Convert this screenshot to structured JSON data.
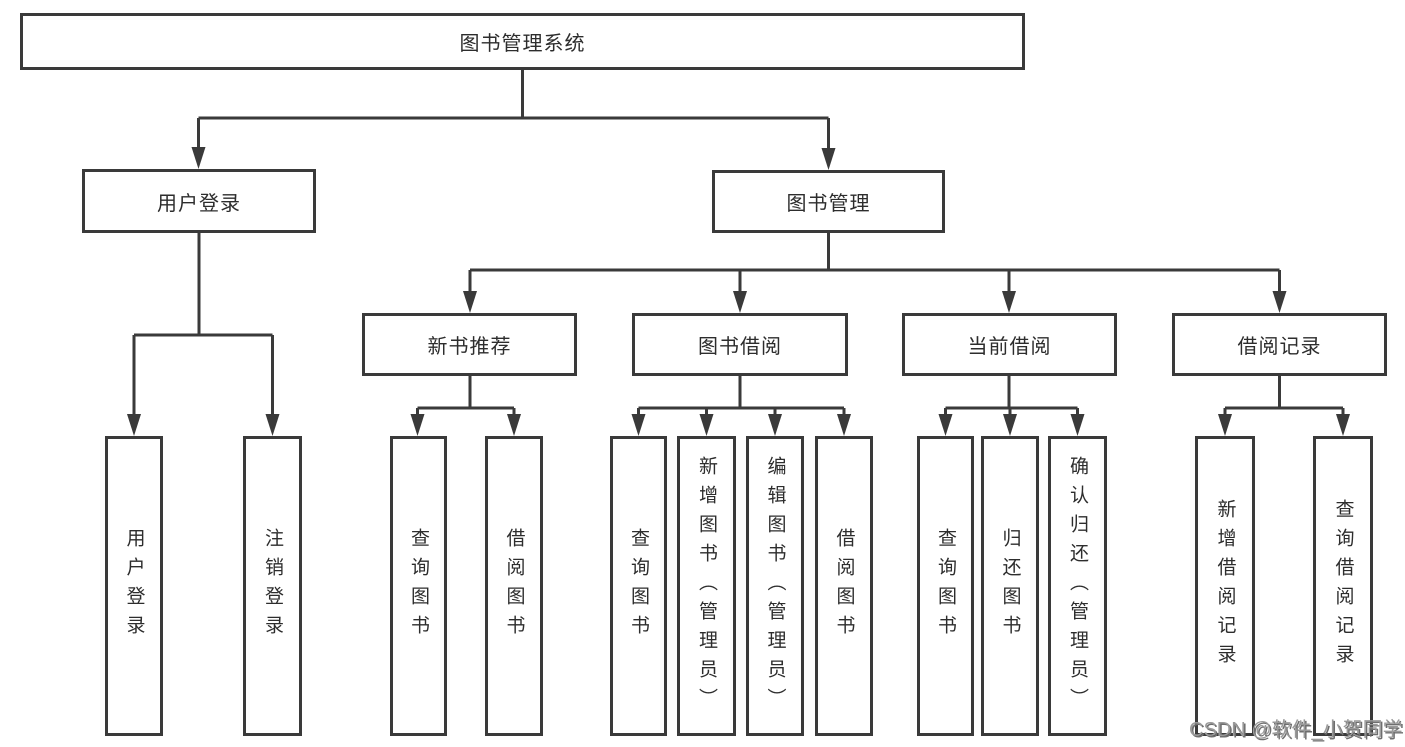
{
  "diagram": {
    "root": {
      "label": "图书管理系统"
    },
    "branches": [
      {
        "label": "用户登录",
        "children": [
          "用户登录",
          "注销登录"
        ]
      },
      {
        "label": "图书管理",
        "groups": [
          {
            "label": "新书推荐",
            "children": [
              "查询图书",
              "借阅图书"
            ]
          },
          {
            "label": "图书借阅",
            "children": [
              "查询图书",
              "新增图书（管理员）",
              "编辑图书（管理员）",
              "借阅图书"
            ]
          },
          {
            "label": "当前借阅",
            "children": [
              "查询图书",
              "归还图书",
              "确认归还（管理员）"
            ]
          },
          {
            "label": "借阅记录",
            "children": [
              "新增借阅记录",
              "查询借阅记录"
            ]
          }
        ]
      }
    ]
  },
  "watermark": {
    "text": "CSDN @软件_小贺同学"
  },
  "colors": {
    "line": "#3a3a3a",
    "box_border": "#3a3a3a",
    "text": "#2d2d2d",
    "background": "#ffffff",
    "watermark": "#9a9a9a"
  }
}
